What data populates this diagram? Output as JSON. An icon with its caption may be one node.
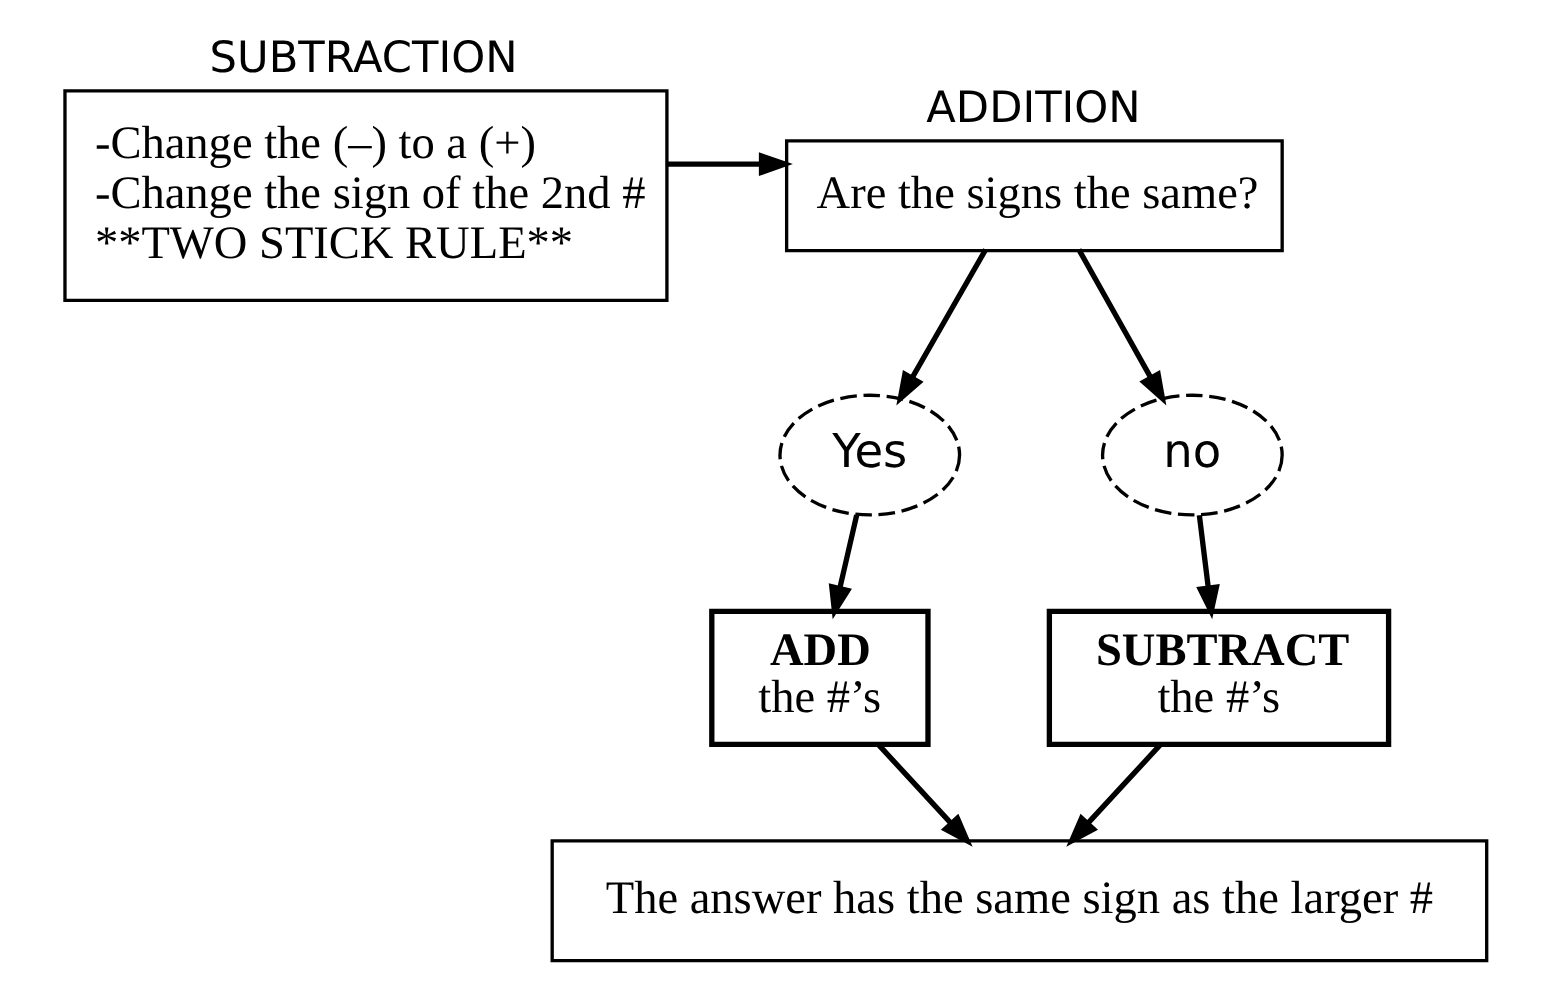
{
  "diagram": {
    "nodes": [
      {
        "text": [
          "SUBTRACTION",
          "-Change the (–) to a (+)",
          "-Change the sign of the 2nd #",
          "**TWO STICK RULE**"
        ]
      },
      {
        "text": [
          "ADDITION",
          "Are the signs the same?"
        ]
      },
      {
        "text": [
          "Yes"
        ]
      },
      {
        "text": [
          "no"
        ]
      },
      {
        "text": [
          "ADD",
          "the #’s"
        ]
      },
      {
        "text": [
          "SUBTRACT",
          "the #’s"
        ]
      },
      {
        "text": [
          "The answer has the same sign as the larger #"
        ]
      }
    ],
    "edges": [
      {
        "from": 0,
        "to": 1,
        "arrow": "to"
      },
      {
        "from": 1,
        "to": 2,
        "arrow": "to"
      },
      {
        "from": 1,
        "to": 3,
        "arrow": "to"
      },
      {
        "from": 2,
        "to": 4,
        "arrow": "to"
      },
      {
        "from": 3,
        "to": 5,
        "arrow": "to"
      },
      {
        "from": 4,
        "to": 6,
        "arrow": "to"
      },
      {
        "from": 5,
        "to": 6,
        "arrow": "to"
      }
    ]
  }
}
